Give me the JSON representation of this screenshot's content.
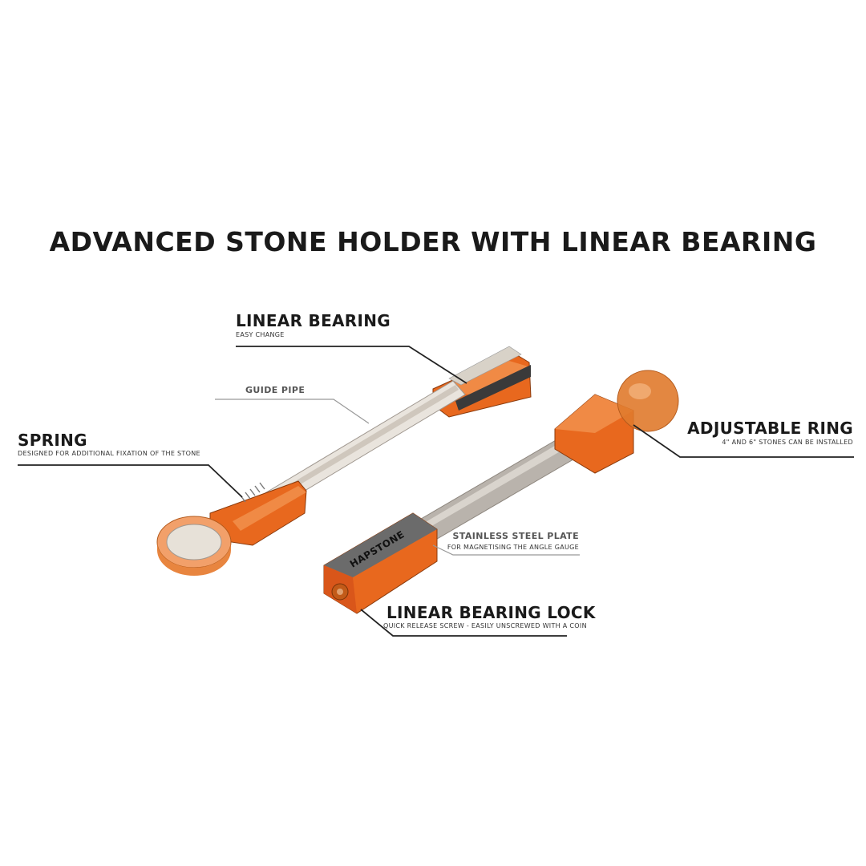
{
  "title": "ADVANCED STONE HOLDER WITH LINEAR BEARING",
  "callouts": {
    "linear_bearing": {
      "label": "LINEAR BEARING",
      "sub": "EASY CHANGE"
    },
    "guide_pipe": {
      "label": "GUIDE PIPE"
    },
    "spring": {
      "label": "SPRING",
      "sub": "DESIGNED FOR ADDITIONAL FIXATION OF THE STONE"
    },
    "adjustable_ring": {
      "label": "ADJUSTABLE RING",
      "sub": "4\" AND 6\" STONES CAN BE INSTALLED"
    },
    "stainless_plate": {
      "label": "STAINLESS STEEL PLATE",
      "sub": "FOR MAGNETISING THE ANGLE GAUGE"
    },
    "bearing_lock": {
      "label": "LINEAR BEARING LOCK",
      "sub": "QUICK RELEASE SCREW - EASILY UNSCREWED WITH A COIN"
    }
  },
  "brand": "HAPSTONE",
  "colors": {
    "orange": "#E8681E",
    "orange_dark": "#B84E12",
    "steel": "#B9B3AC",
    "black": "#1a1a1a"
  }
}
